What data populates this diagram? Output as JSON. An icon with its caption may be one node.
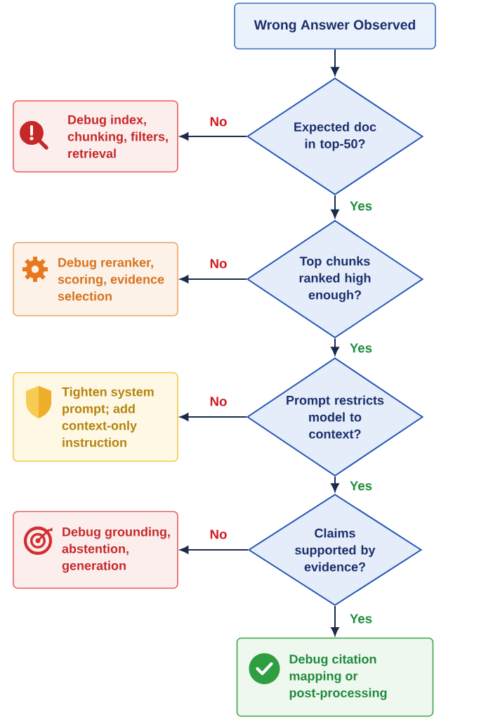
{
  "diagram": {
    "nodes": [
      {
        "text": [
          "Wrong Answer Observed"
        ]
      },
      {
        "text": [
          "Expected doc in top-50?"
        ]
      },
      {
        "text": [
          "Debug index, chunking, filters, retrieval"
        ]
      },
      {
        "text": [
          "Top chunks ranked high enough?"
        ]
      },
      {
        "text": [
          "Debug reranker, scoring, evidence selection"
        ]
      },
      {
        "text": [
          "Prompt restricts model to context?"
        ]
      },
      {
        "text": [
          "Tighten system prompt; add context-only instruction"
        ]
      },
      {
        "text": [
          "Claims supported by evidence?"
        ]
      },
      {
        "text": [
          "Debug grounding, abstention, generation"
        ]
      },
      {
        "text": [
          "Debug citation mapping or post-processing"
        ]
      }
    ],
    "edges": [
      {
        "from": 0,
        "to": 1,
        "arrow": "to"
      },
      {
        "from": 1,
        "to": 2,
        "arrow": "to",
        "label": "No"
      },
      {
        "from": 1,
        "to": 3,
        "arrow": "to",
        "label": "Yes"
      },
      {
        "from": 3,
        "to": 4,
        "arrow": "to",
        "label": "No"
      },
      {
        "from": 3,
        "to": 5,
        "arrow": "to",
        "label": "Yes"
      },
      {
        "from": 5,
        "to": 6,
        "arrow": "to",
        "label": "No"
      },
      {
        "from": 5,
        "to": 7,
        "arrow": "to",
        "label": "Yes"
      },
      {
        "from": 7,
        "to": 8,
        "arrow": "to",
        "label": "No"
      },
      {
        "from": 7,
        "to": 9,
        "arrow": "to",
        "label": "Yes"
      }
    ]
  }
}
